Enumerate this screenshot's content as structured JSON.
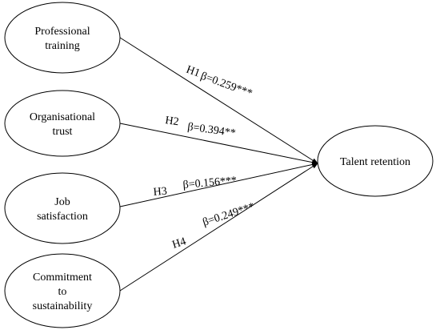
{
  "diagram": {
    "sources": [
      {
        "id": "professional-training",
        "lines": [
          "Professional",
          "training"
        ]
      },
      {
        "id": "organisational-trust",
        "lines": [
          "Organisational",
          "trust"
        ]
      },
      {
        "id": "job-satisfaction",
        "lines": [
          "Job",
          "satisfaction"
        ]
      },
      {
        "id": "commitment-to-sustainability",
        "lines": [
          "Commitment",
          "to",
          "sustainability"
        ]
      }
    ],
    "target": {
      "id": "talent-retention",
      "lines": [
        "Talent retention"
      ]
    },
    "paths": [
      {
        "from": "professional-training",
        "hypothesis": "H1",
        "coefficient": "β=0.259***"
      },
      {
        "from": "organisational-trust",
        "hypothesis": "H2",
        "coefficient": "β=0.394**"
      },
      {
        "from": "job-satisfaction",
        "hypothesis": "H3",
        "coefficient": "β=0.156***"
      },
      {
        "from": "commitment-to-sustainability",
        "hypothesis": "H4",
        "coefficient": "β=0.249***"
      }
    ],
    "colors": {
      "stroke": "#000000",
      "background": "#ffffff"
    }
  }
}
